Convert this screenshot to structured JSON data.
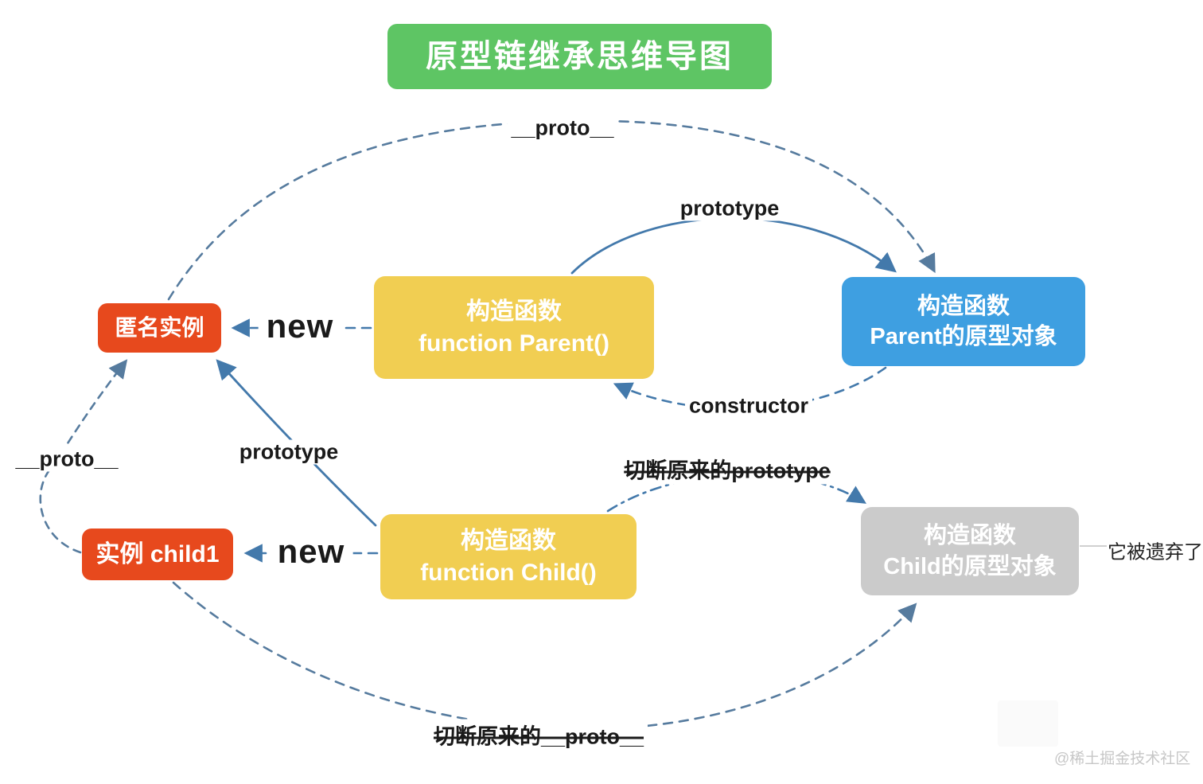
{
  "title": "原型链继承思维导图",
  "nodes": {
    "anon_instance": {
      "label": "匿名实例"
    },
    "parent_fn": {
      "line1": "构造函数",
      "line2": "function Parent()"
    },
    "parent_proto": {
      "line1": "构造函数",
      "line2": "Parent的原型对象"
    },
    "child_fn": {
      "line1": "构造函数",
      "line2": "function Child()"
    },
    "child_instance": {
      "label": "实例 child1"
    },
    "child_proto": {
      "line1": "构造函数",
      "line2": "Child的原型对象"
    }
  },
  "edge_labels": {
    "proto_top": "__proto__",
    "prototype_top": "prototype",
    "constructor_lbl": "constructor",
    "new_top": "new",
    "prototype_mid": "prototype",
    "proto_left": "__proto__",
    "new_bottom": "new",
    "cut_prototype": "切断原来的prototype",
    "cut_proto": "切断原来的__proto__",
    "abandoned_note": "它被遗弃了"
  },
  "watermark": "@稀土掘金技术社区",
  "colors": {
    "title_green": "#5EC564",
    "function_yellow": "#F1CE52",
    "proto_blue": "#3E9FE1",
    "abandoned_gray": "#CBCBCB",
    "instance_orange": "#E7491D",
    "arrow_blue": "#4379AB",
    "arrow_slate": "#567B9E",
    "label_black": "#1A1A1A",
    "watermark_gray": "#C7C7C7"
  }
}
